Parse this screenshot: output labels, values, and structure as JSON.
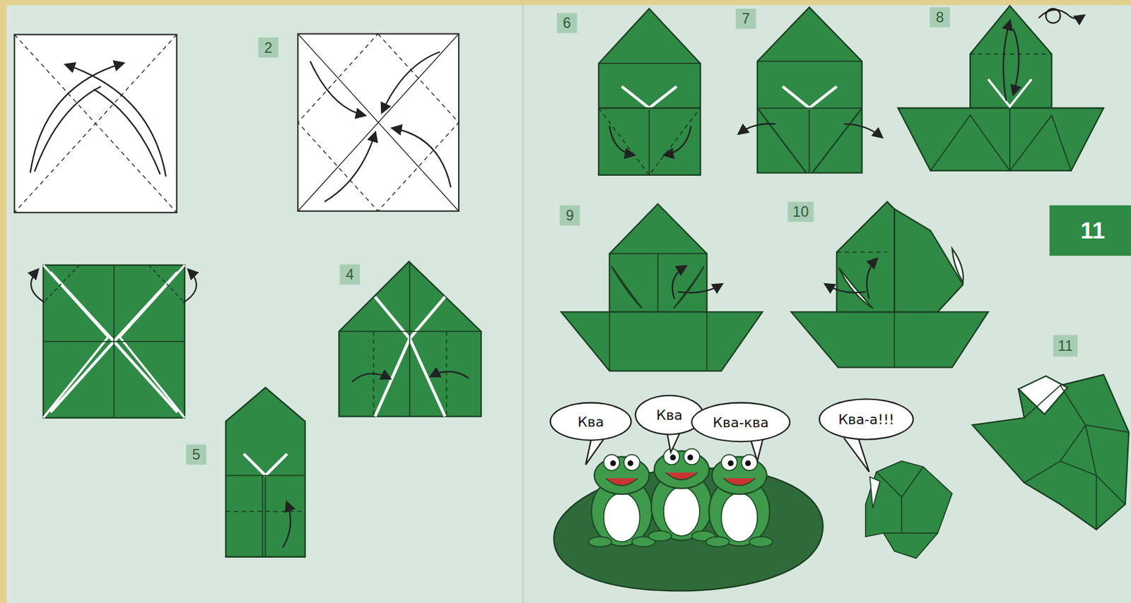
{
  "diagram": {
    "nodes": [
      {
        "text": [
          "Ква"
        ]
      },
      {
        "text": [
          "Ква"
        ]
      },
      {
        "text": [
          "Ква-ква"
        ]
      },
      {
        "text": [
          "Ква-а!!!"
        ]
      }
    ],
    "labels": [
      "2",
      "4",
      "5",
      "6",
      "7",
      "8",
      "9",
      "10",
      "11",
      "11"
    ]
  }
}
